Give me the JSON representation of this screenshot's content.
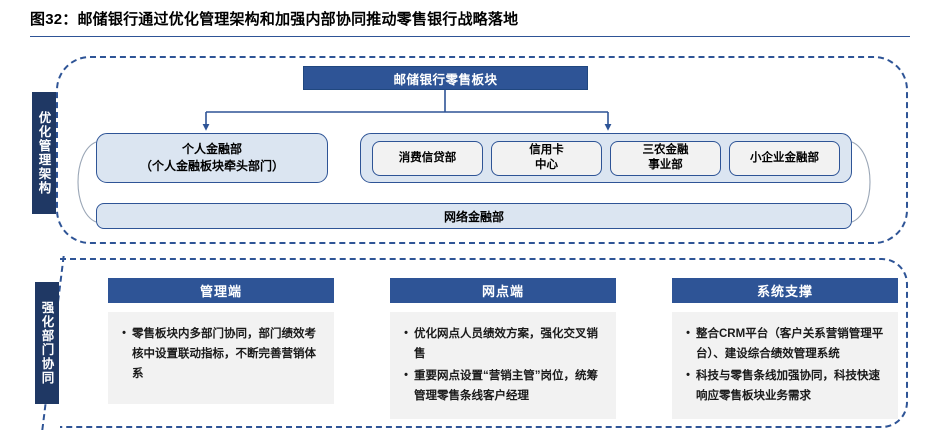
{
  "figure": {
    "title": "图32：邮储银行通过优化管理架构和加强内部协同推动零售银行战略落地",
    "accent_navy": "#2e5496",
    "accent_dark_navy": "#1f3864",
    "panel_light_blue": "#dbe5f1",
    "panel_gray": "#f2f2f2"
  },
  "top_section": {
    "side_label": "优化管理架构",
    "header_box": "邮储银行零售板块",
    "lead_box": {
      "line1": "个人金融部",
      "line2": "（个人金融板块牵头部门）"
    },
    "departments": [
      {
        "line1": "消费信贷部",
        "line2": ""
      },
      {
        "line1": "信用卡",
        "line2": "中心"
      },
      {
        "line1": "三农金融",
        "line2": "事业部"
      },
      {
        "line1": "小企业金融部",
        "line2": ""
      }
    ],
    "footer_bar": "网络金融部"
  },
  "bottom_section": {
    "side_label": "强化部门协同",
    "columns": [
      {
        "header": "管理端",
        "bullets": [
          "零售板块内多部门协同，部门绩效考核中设置联动指标，不断完善营销体系"
        ]
      },
      {
        "header": "网点端",
        "bullets": [
          "优化网点人员绩效方案，强化交叉销售",
          "重要网点设置“营销主管”岗位，统筹管理零售条线客户经理"
        ]
      },
      {
        "header": "系统支撑",
        "bullets": [
          "整合CRM平台（客户关系营销管理平台）、建设综合绩效管理系统",
          "科技与零售条线加强协同，科技快速响应零售板块业务需求"
        ]
      }
    ]
  }
}
